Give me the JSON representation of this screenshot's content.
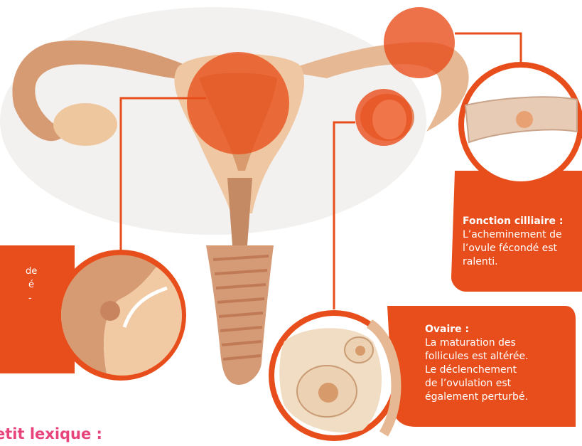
{
  "colors": {
    "accent": "#e84e1b",
    "accent_light": "#f07548",
    "tissue": "#e9c29a",
    "tissue_dark": "#c98a60",
    "pink_title": "#e8437a"
  },
  "callouts": {
    "cilia": {
      "title": "Fonction cilliaire :",
      "lines": [
        "L’acheminement de",
        "l’ovule fécondé est",
        "ralenti."
      ]
    },
    "ovary": {
      "title": "Ovaire :",
      "lines": [
        "La maturation des",
        "follicules est altérée.",
        "Le déclenchement",
        "de l’ovulation est",
        "également perturbé."
      ]
    },
    "uterus": {
      "lines": [
        "de",
        "é",
        "-"
      ]
    }
  },
  "lexique": {
    "title": "etit lexique :"
  }
}
